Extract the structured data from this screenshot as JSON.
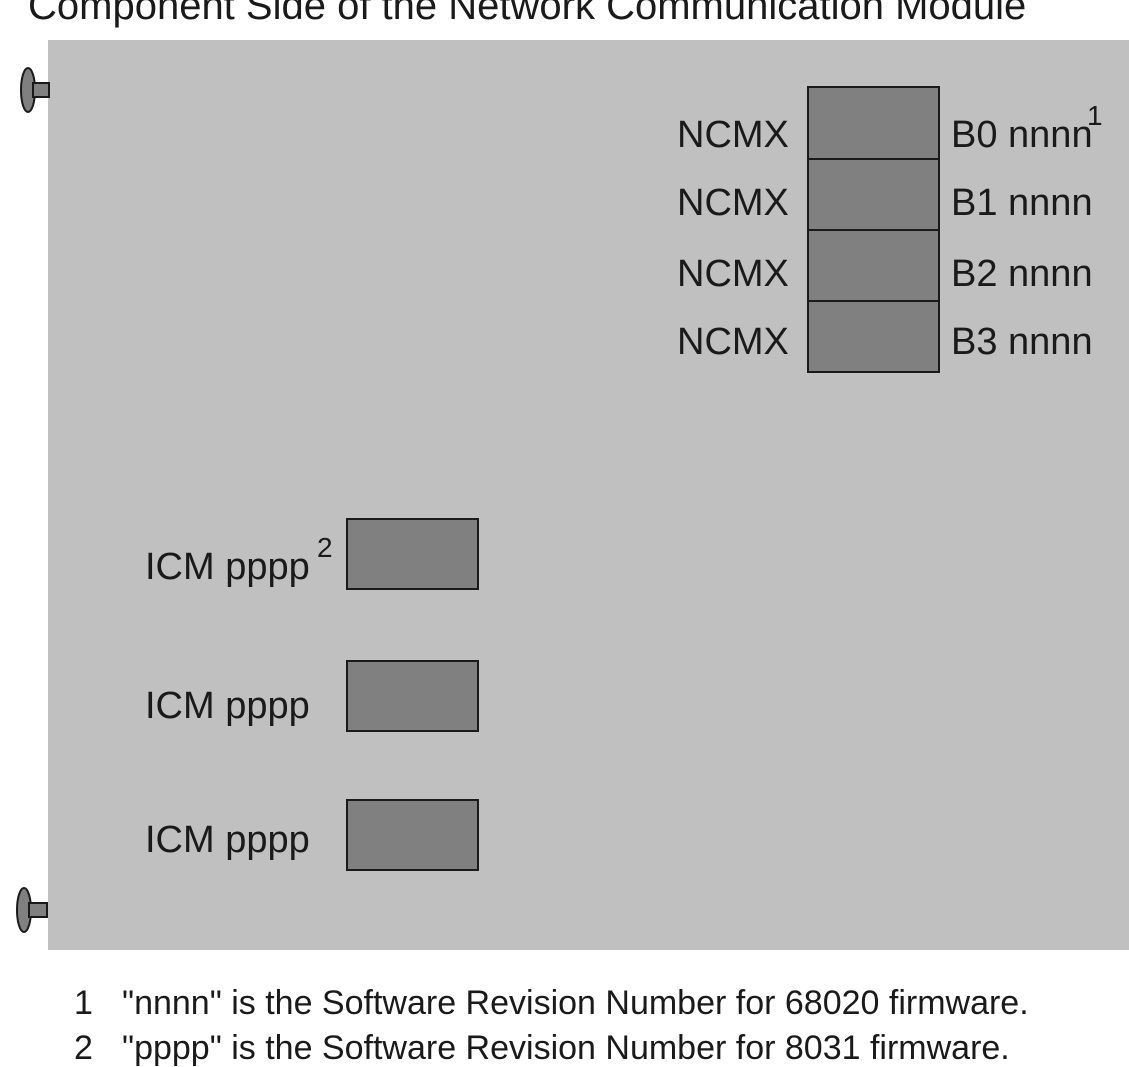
{
  "title": "Component Side of the Network Communication Module",
  "ncmx_chips": [
    {
      "left_label": "NCMX",
      "right_label": "B0 nnnn",
      "marker": "1"
    },
    {
      "left_label": "NCMX",
      "right_label": "B1 nnnn",
      "marker": ""
    },
    {
      "left_label": "NCMX",
      "right_label": "B2 nnnn",
      "marker": ""
    },
    {
      "left_label": "NCMX",
      "right_label": "B3 nnnn",
      "marker": ""
    }
  ],
  "icm_chips": [
    {
      "label": "ICM pppp",
      "marker": "2"
    },
    {
      "label": "ICM pppp",
      "marker": ""
    },
    {
      "label": "ICM pppp",
      "marker": ""
    }
  ],
  "footnotes": [
    {
      "number": "1",
      "text": "\"nnnn\" is the Software Revision Number for 68020 firmware."
    },
    {
      "number": "2",
      "text": "\"pppp\" is the Software Revision Number for 8031 firmware."
    }
  ],
  "colors": {
    "board": "#c0c0c0",
    "chip": "#808080",
    "outline": "#1a1a1a",
    "clip": "#808080"
  }
}
